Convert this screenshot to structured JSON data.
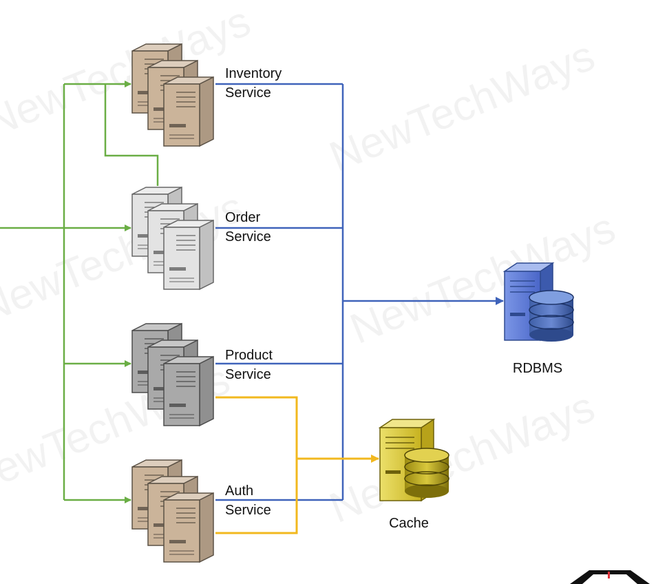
{
  "services": [
    {
      "line1": "Inventory",
      "line2": "Service",
      "tone": "tan"
    },
    {
      "line1": "Order",
      "line2": "Service",
      "tone": "white"
    },
    {
      "line1": "Product",
      "line2": "Service",
      "tone": "gray"
    },
    {
      "line1": "Auth",
      "line2": "Service",
      "tone": "tan"
    }
  ],
  "databases": {
    "rdbms": {
      "label": "RDBMS",
      "color": "#5b79d6"
    },
    "cache": {
      "label": "Cache",
      "color": "#d6c22d"
    }
  },
  "watermark": "NewTechWays",
  "colors": {
    "client_edge": "#6aae45",
    "db_edge": "#3f63ba",
    "cache_edge": "#f2b81e",
    "tan": "#cbb49a",
    "white": "#e3e3e3",
    "gray": "#a9a9a9"
  }
}
